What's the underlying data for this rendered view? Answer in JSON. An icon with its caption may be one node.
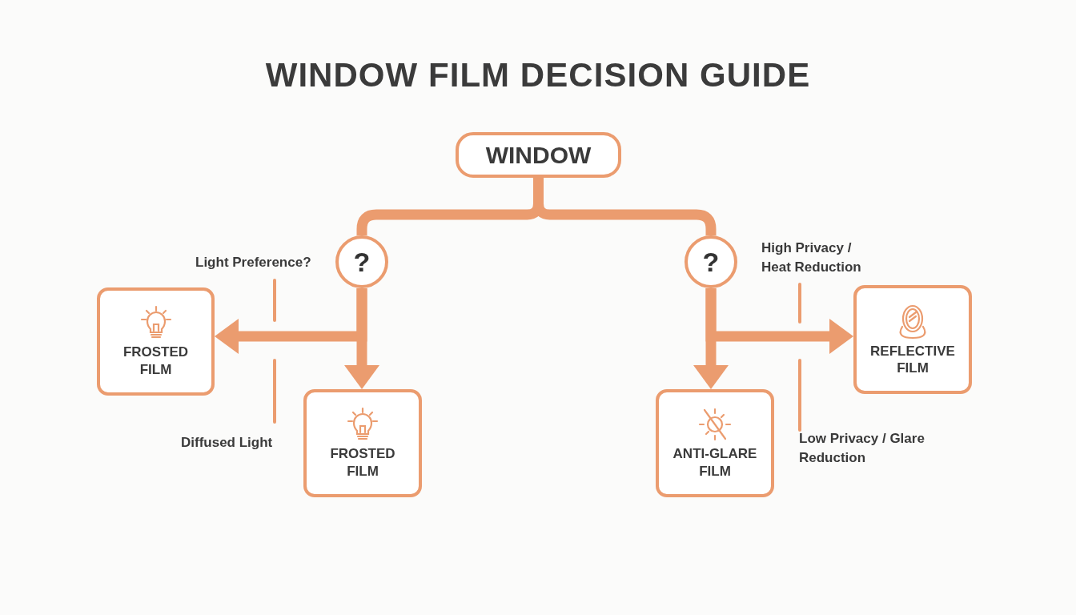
{
  "diagram": {
    "title": "WINDOW FILM DECISION GUIDE",
    "nodes": [
      {
        "text": [
          "WINDOW"
        ]
      },
      {
        "text": [
          "?"
        ]
      },
      {
        "text": [
          "?"
        ]
      },
      {
        "text": [
          "FROSTED FILM"
        ]
      },
      {
        "text": [
          "FROSTED FILM"
        ]
      },
      {
        "text": [
          "ANTI-GLARE FILM"
        ]
      },
      {
        "text": [
          "REFLECTIVE FILM"
        ]
      }
    ],
    "edges": [
      {
        "from": 0,
        "to": 1,
        "arrow": "none"
      },
      {
        "from": 0,
        "to": 2,
        "arrow": "none"
      },
      {
        "from": 1,
        "to": 3,
        "arrow": "to"
      },
      {
        "from": 1,
        "to": 4,
        "arrow": "to"
      },
      {
        "from": 2,
        "to": 5,
        "arrow": "to"
      },
      {
        "from": 2,
        "to": 6,
        "arrow": "to"
      }
    ],
    "labels": [
      "Light Preference?",
      "High Privacy / Heat Reduction",
      "Diffused Light",
      "Low Privacy / Glare Reduction"
    ]
  }
}
